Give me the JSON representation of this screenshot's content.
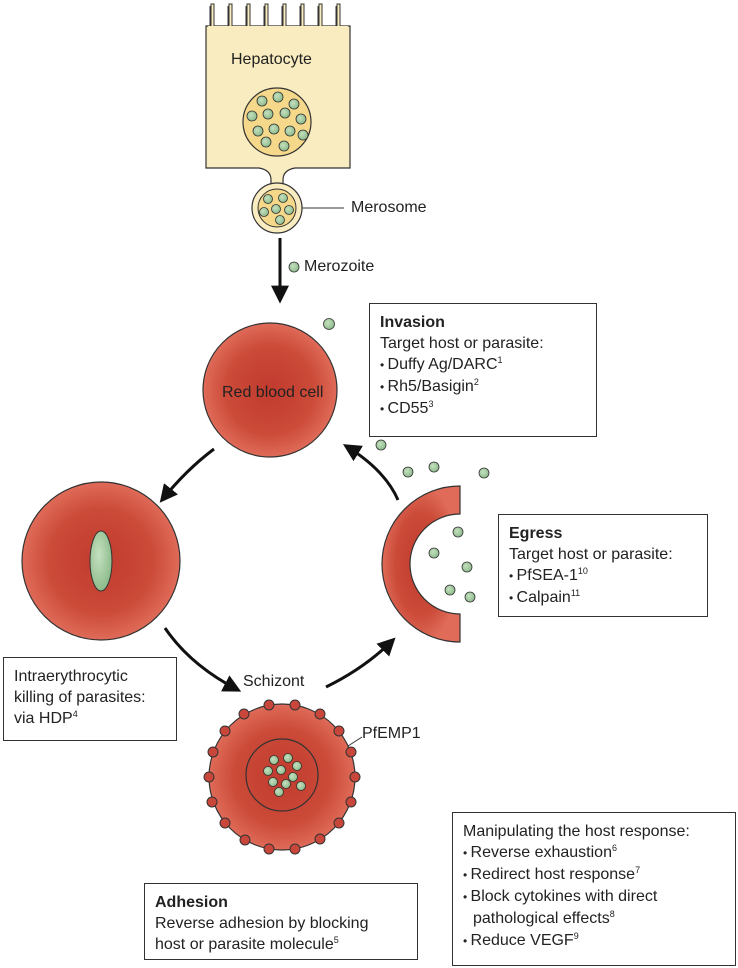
{
  "labels": {
    "hepatocyte": "Hepatocyte",
    "merosome": "Merosome",
    "merozoite": "Merozoite",
    "rbc": "Red blood cell",
    "schizont": "Schizont",
    "pfemp1": "PfEMP1"
  },
  "invasion": {
    "title": "Invasion",
    "subtitle": "Target host or parasite:",
    "items": [
      {
        "text": "Duffy Ag/DARC",
        "ref": "1"
      },
      {
        "text": "Rh5/Basigin",
        "ref": "2"
      },
      {
        "text": "CD55",
        "ref": "3"
      }
    ]
  },
  "egress": {
    "title": "Egress",
    "subtitle": "Target host or parasite:",
    "items": [
      {
        "text": "PfSEA-1",
        "ref": "10"
      },
      {
        "text": "Calpain",
        "ref": "11"
      }
    ]
  },
  "killing": {
    "line1": "Intraerythrocytic",
    "line2": "killing of parasites:",
    "line3": "via HDP",
    "ref": "4"
  },
  "adhesion": {
    "title": "Adhesion",
    "line1": "Reverse adhesion by blocking",
    "line2": "host or parasite molecule",
    "ref": "5"
  },
  "host_response": {
    "title": "Manipulating the host response:",
    "items": [
      {
        "text": "Reverse exhaustion",
        "ref": "6"
      },
      {
        "text": "Redirect host response",
        "ref": "7"
      },
      {
        "text": "Block cytokines with direct",
        "ref": ""
      },
      {
        "text": "pathological effects",
        "ref": "8",
        "indent": true
      },
      {
        "text": "Reduce VEGF",
        "ref": "9"
      }
    ]
  },
  "colors": {
    "hepatocyte_fill": "#f9ecc0",
    "parasite_fill": "#9fc79d",
    "rbc_center": "#c94636",
    "rbc_edge": "#d85e4c",
    "outline": "#333333"
  }
}
